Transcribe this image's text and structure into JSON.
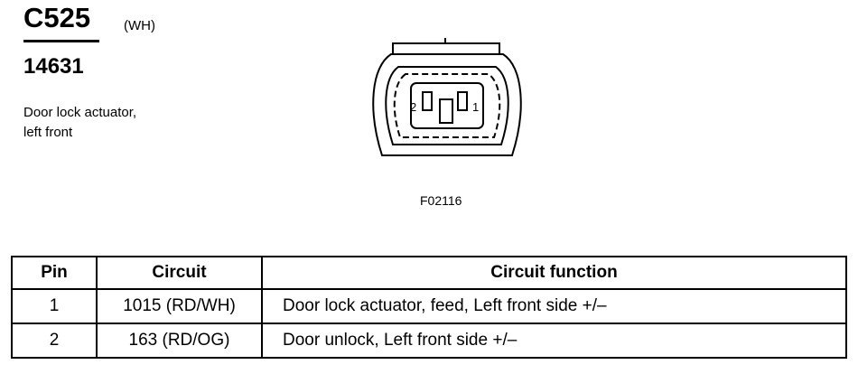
{
  "header": {
    "connector_id": "C525",
    "color_code": "(WH)",
    "part_number": "14631",
    "description": "Door lock actuator,\nleft front"
  },
  "connector_face": {
    "pin_left_label": "2",
    "pin_right_label": "1",
    "figure_code": "F02116"
  },
  "table": {
    "columns": [
      "Pin",
      "Circuit",
      "Circuit function"
    ],
    "rows": [
      {
        "pin": "1",
        "circuit": "1015 (RD/WH)",
        "function": "Door lock actuator, feed, Left front side +/–"
      },
      {
        "pin": "2",
        "circuit": "163 (RD/OG)",
        "function": "Door unlock, Left front side +/–"
      }
    ]
  }
}
